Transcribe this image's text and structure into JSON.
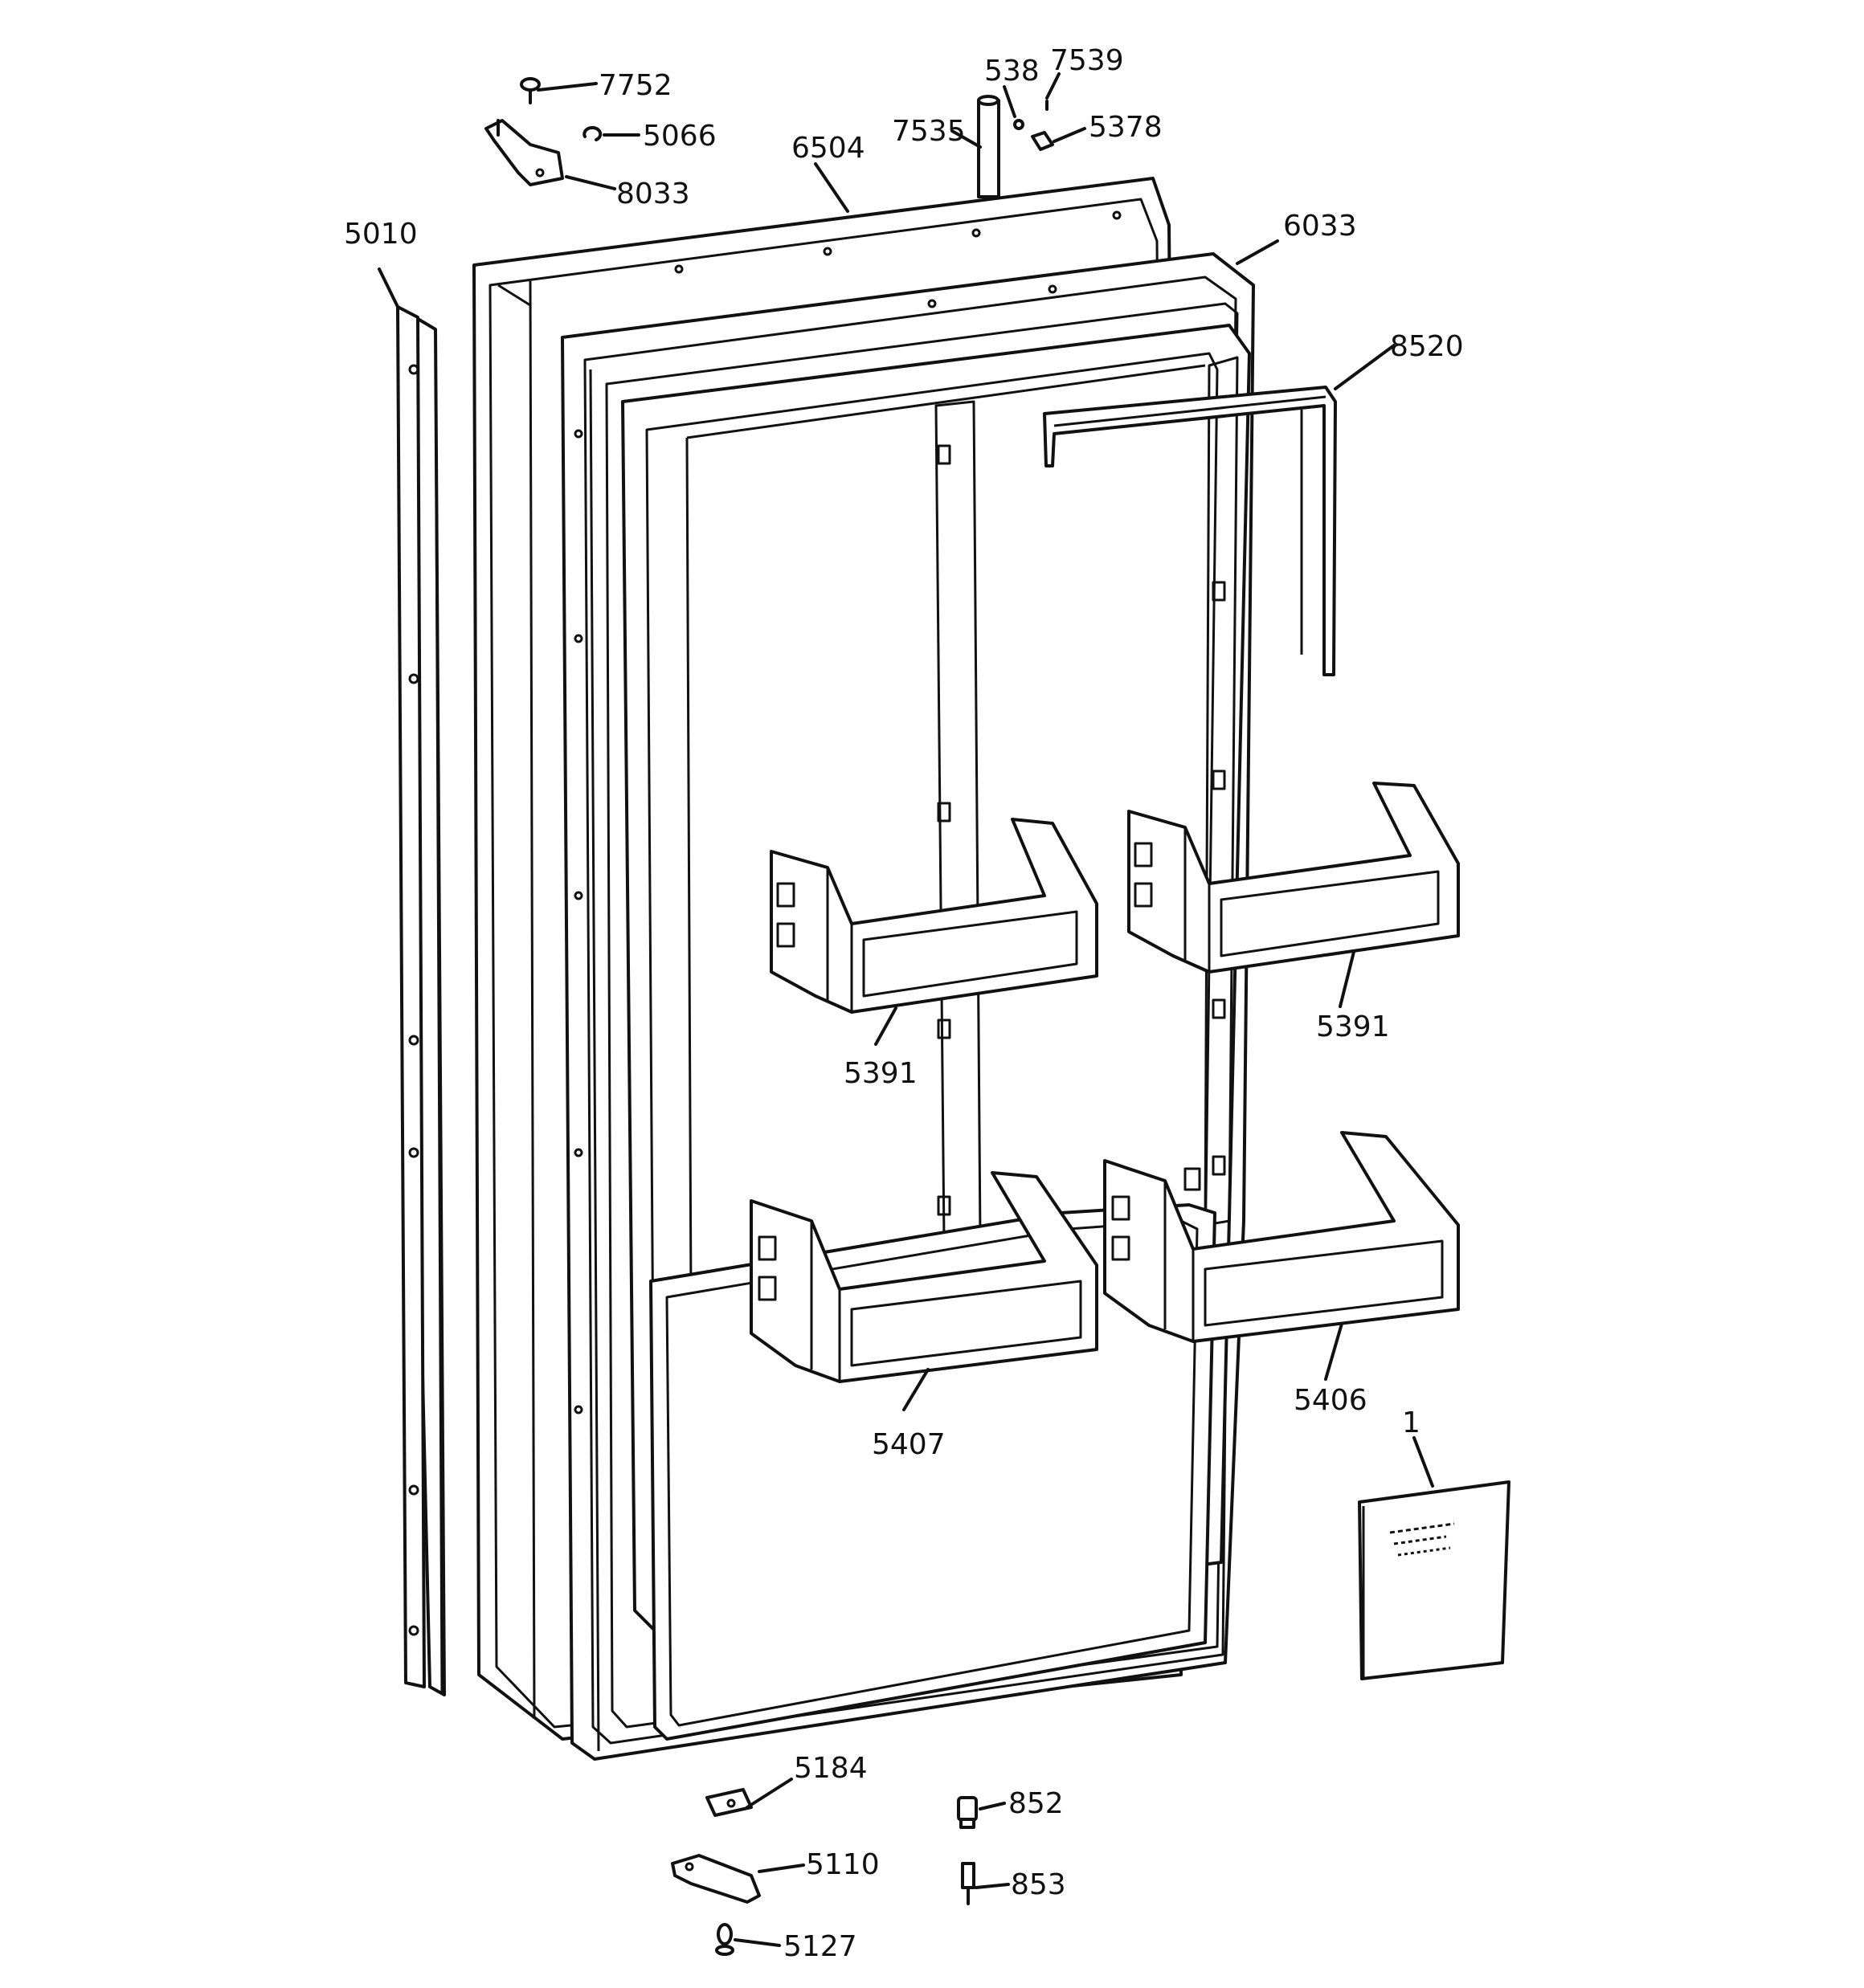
{
  "labels": {
    "p7752": "7752",
    "p5066": "5066",
    "p8033": "8033",
    "p6504": "6504",
    "p7535": "7535",
    "p538": "538",
    "p7539": "7539",
    "p5378": "5378",
    "p5010": "5010",
    "p6033": "6033",
    "p8520": "8520",
    "p5391a": "5391",
    "p5391b": "5391",
    "p5406": "5406",
    "p5407": "5407",
    "p1": "1",
    "p5184": "5184",
    "p852": "852",
    "p5110": "5110",
    "p853": "853",
    "p5127": "5127"
  },
  "manual_icon": "literature-booklet"
}
